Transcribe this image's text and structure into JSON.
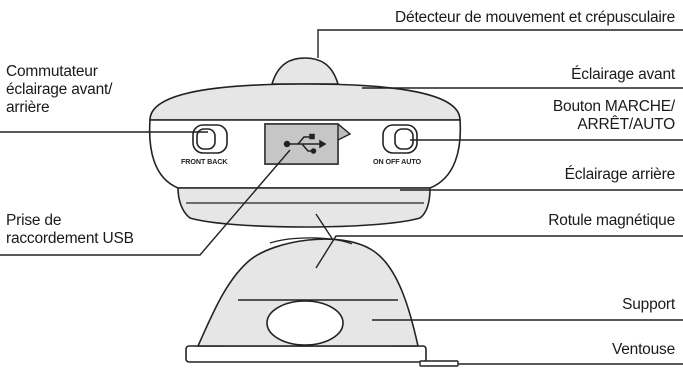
{
  "labels": {
    "motion_sensor": "Détecteur de mouvement et crépusculaire",
    "front_light": "Éclairage avant",
    "power_button_line1": "Bouton MARCHE/",
    "power_button_line2": "ARRÊT/AUTO",
    "rear_light": "Éclairage arrière",
    "magnetic_joint": "Rotule magnétique",
    "stand": "Support",
    "suction_cup": "Ventouse",
    "switch_line1": "Commutateur",
    "switch_line2": "éclairage avant/",
    "switch_line3": "arrière",
    "usb_line1": "Prise de",
    "usb_line2": "raccordement USB"
  },
  "device_text": {
    "switch_left": "FRONT BACK",
    "switch_right": "ON OFF AUTO"
  },
  "icons": {
    "usb_port": "usb-icon"
  }
}
